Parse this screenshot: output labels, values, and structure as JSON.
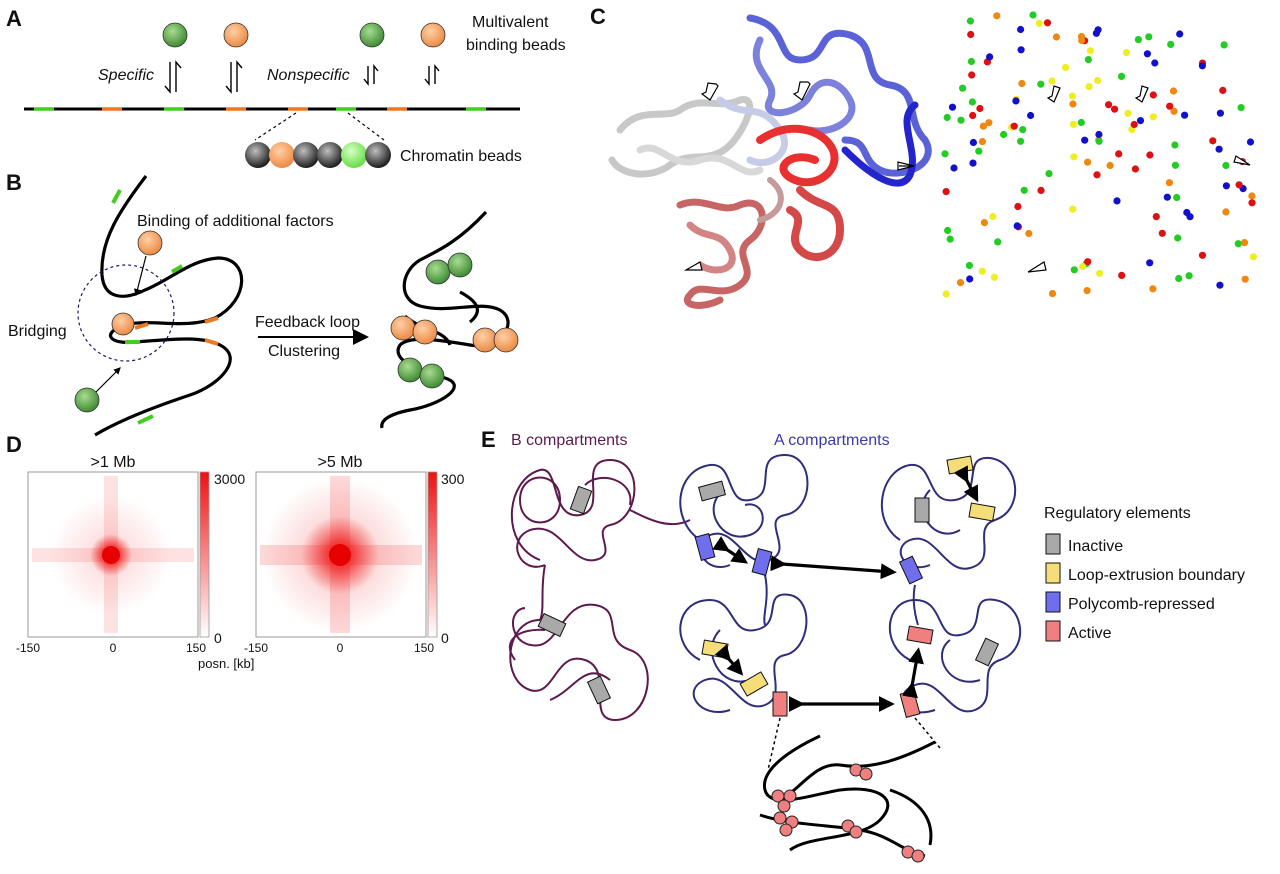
{
  "panels": {
    "a": "A",
    "b": "B",
    "c": "C",
    "d": "D",
    "e": "E"
  },
  "panel_a": {
    "multivalent_line1": "Multivalent",
    "multivalent_line2": "binding beads",
    "specific": "Specific",
    "nonspecific": "Nonspecific",
    "chromatin_beads": "Chromatin beads"
  },
  "panel_b": {
    "binding_additional": "Binding of additional factors",
    "bridging": "Bridging",
    "feedback_loop": "Feedback loop",
    "clustering": "Clustering"
  },
  "panel_d": {
    "heatmap1_title": ">1 Mb",
    "heatmap2_title": ">5 Mb",
    "colorbar1_max": "3000",
    "colorbar1_min": "0",
    "colorbar2_max": "300",
    "colorbar2_min": "0",
    "tick_left": "-150",
    "tick_mid": "0",
    "tick_right": "150",
    "xlabel": "posn. [kb]"
  },
  "panel_e": {
    "b_compartments": "B compartments",
    "a_compartments": "A compartments",
    "legend_title": "Regulatory elements",
    "legend": [
      {
        "label": "Inactive",
        "color": "#a9a9a9"
      },
      {
        "label": "Loop-extrusion boundary",
        "color": "#f5de7a"
      },
      {
        "label": "Polycomb-repressed",
        "color": "#6f6fee"
      },
      {
        "label": "Active",
        "color": "#f08080"
      }
    ]
  },
  "colors": {
    "green_bead": "#5aa04a",
    "orange_bead": "#f4a063",
    "green_segment": "#44cc22",
    "orange_segment": "#ee7722",
    "b_loop": "#5e1a4e",
    "a_loop": "#2e2e7a",
    "heat": "#ee1111"
  }
}
